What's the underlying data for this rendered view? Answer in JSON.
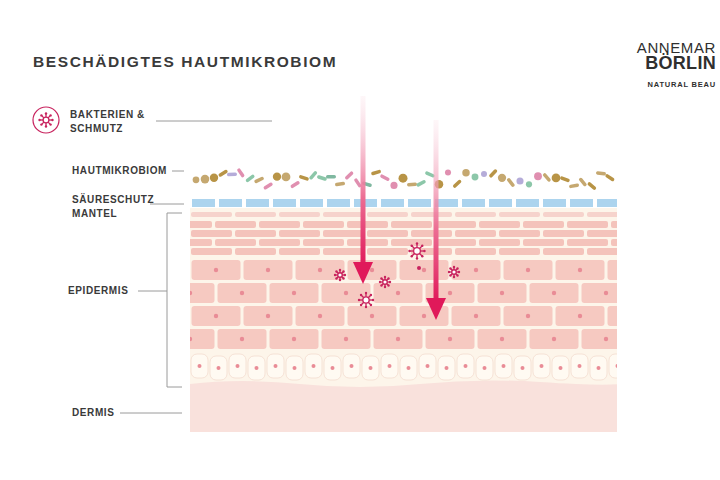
{
  "diagram": {
    "title": "BESCHÄDIGTES HAUTMIKROBIOM",
    "labels": [
      "HAUTMIKROBIOM",
      "SÄURESCHUTZ MANTEL",
      "EPIDERMIS",
      "DERMIS",
      "ANNEMAR",
      "BÖRLIN",
      "NATURAL BEAU"
    ],
    "legend": [
      {
        "text": "BAKTERIEN & SCHMUTZ"
      }
    ]
  }
}
